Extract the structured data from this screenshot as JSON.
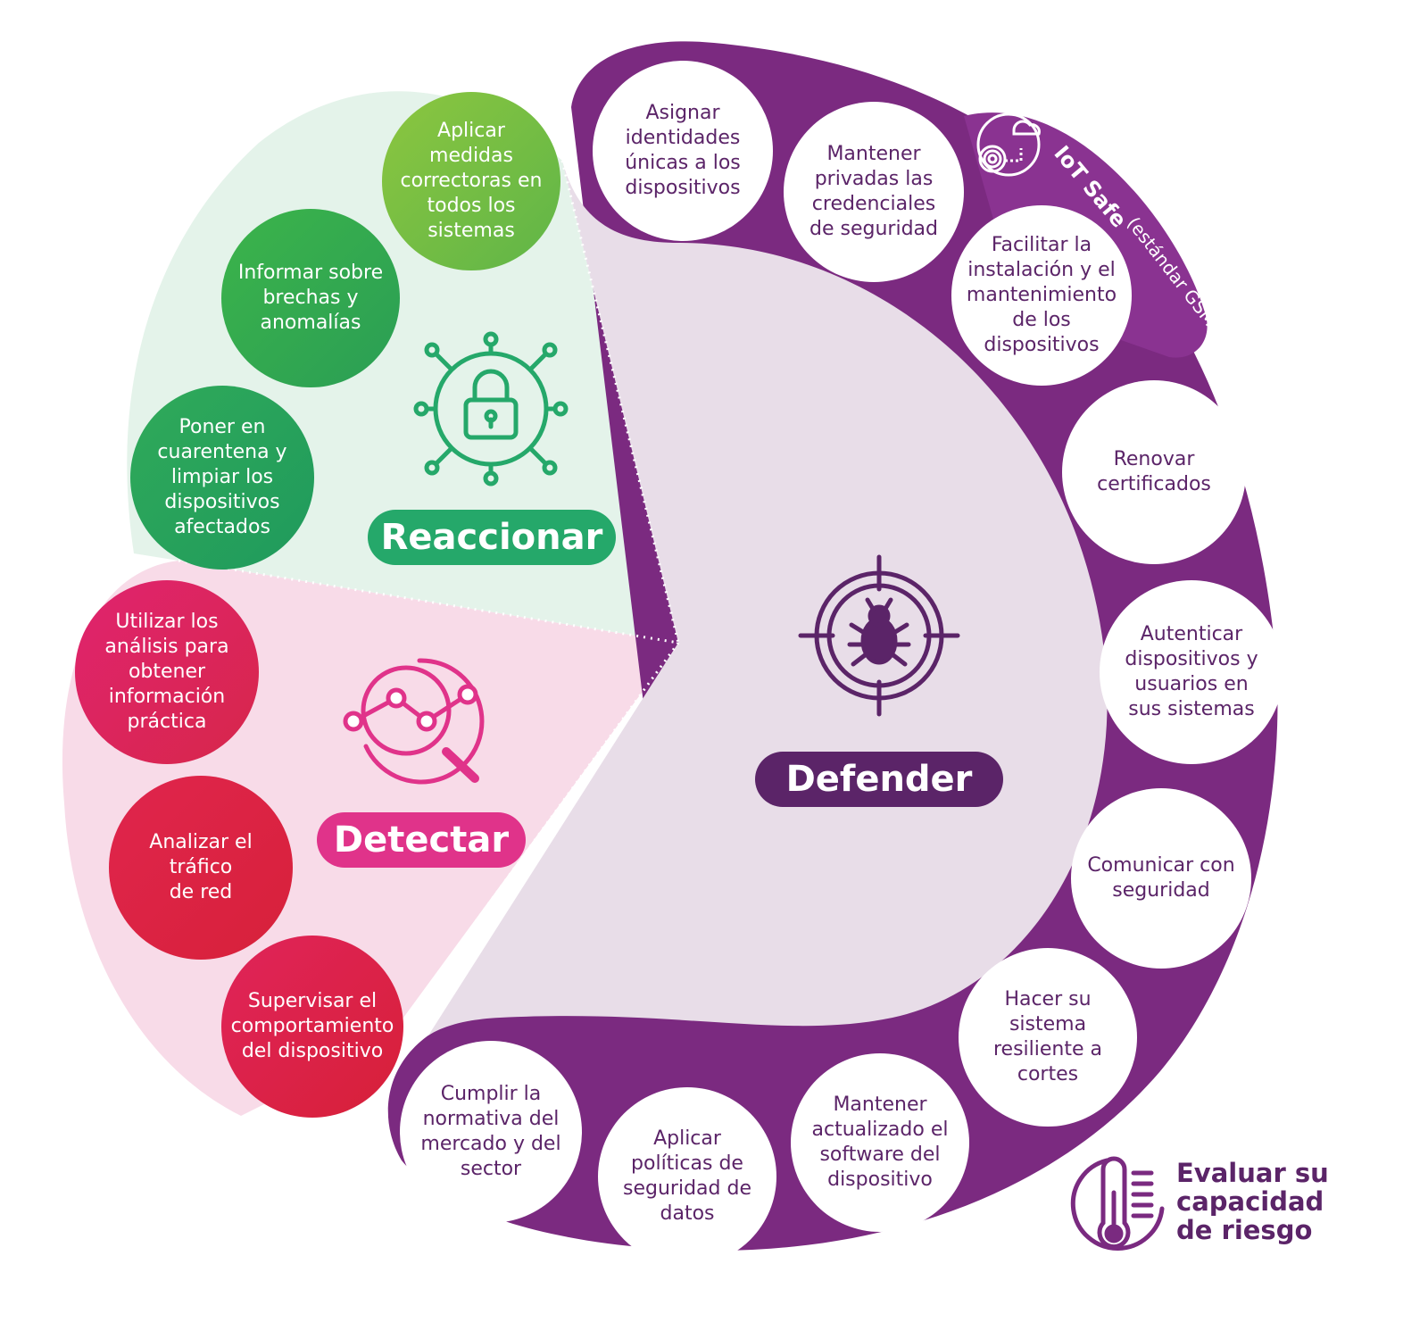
{
  "colors": {
    "defend_ring": "#7a2a80",
    "defend_inner": "#e8dde8",
    "defend_text": "#5b2468",
    "react_green_light": "#7dc242",
    "react_green": "#2fa75c",
    "react_sector": "#e4f3ea",
    "detect_red": "#e0263f",
    "detect_pink": "#e0246f",
    "detect_sector": "#f8dbe8",
    "icon_green": "#25a86a",
    "icon_pink": "#e0338a"
  },
  "sections": {
    "reaccionar": {
      "label": "Reaccionar",
      "icon": "network-lock-icon",
      "items": [
        "Aplicar\nmedidas\ncorrectoras en\ntodos los\nsistemas",
        "Informar sobre\nbrechas y\nanomalías",
        "Poner en\ncuarentena y\nlimpiar los\ndispositivos\nafectados"
      ]
    },
    "detectar": {
      "label": "Detectar",
      "icon": "analytics-magnifier-icon",
      "items": [
        "Utilizar los\nanálisis para\nobtener\ninformación\npráctica",
        "Analizar el\ntráfico\nde red",
        "Supervisar el\ncomportamiento\ndel dispositivo"
      ]
    },
    "defender": {
      "label": "Defender",
      "icon": "bug-target-icon",
      "items": [
        "Asignar\nidentidades\núnicas a los\ndispositivos",
        "Mantener\nprivadas las\ncredenciales\nde seguridad",
        "Facilitar la\ninstalación y el\nmantenimiento\nde los\ndispositivos",
        "Renovar\ncertificados",
        "Autenticar\ndispositivos y\nusuarios en\nsus sistemas",
        "Comunicar con\nseguridad",
        "Hacer su\nsistema\nresiliente a\ncortes",
        "Mantener\nactualizado el\nsoftware del\ndispositivo",
        "Aplicar\npolíticas de\nseguridad de\ndatos",
        "Cumplir la\nnormativa del\nmercado y del\nsector"
      ]
    }
  },
  "iot_safe": {
    "title": "IoT Safe",
    "subtitle": "(estándar GSMA)",
    "icon": "cloud-fingerprint-icon"
  },
  "evaluar": {
    "label": "Evaluar su\ncapacidad\nde riesgo",
    "icon": "thermometer-icon"
  }
}
